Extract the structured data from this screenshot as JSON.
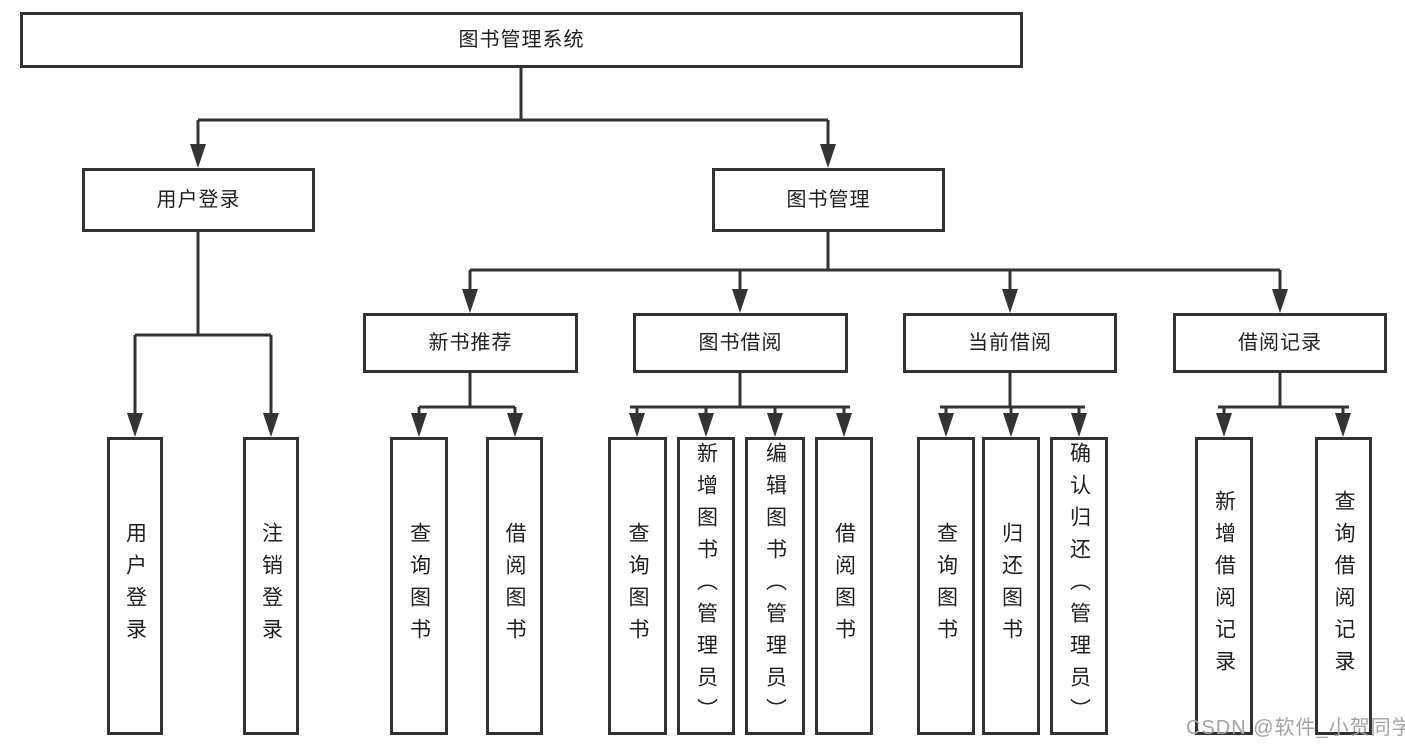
{
  "tree": {
    "label": "图书管理系统",
    "children": [
      {
        "label": "用户登录",
        "children": [
          {
            "label": "用户登录"
          },
          {
            "label": "注销登录"
          }
        ]
      },
      {
        "label": "图书管理",
        "children": [
          {
            "label": "新书推荐",
            "children": [
              {
                "label": "查询图书"
              },
              {
                "label": "借阅图书"
              }
            ]
          },
          {
            "label": "图书借阅",
            "children": [
              {
                "label": "查询图书"
              },
              {
                "label": "新增图书（管理员）"
              },
              {
                "label": "编辑图书（管理员）"
              },
              {
                "label": "借阅图书"
              }
            ]
          },
          {
            "label": "当前借阅",
            "children": [
              {
                "label": "查询图书"
              },
              {
                "label": "归还图书"
              },
              {
                "label": "确认归还（管理员）"
              }
            ]
          },
          {
            "label": "借阅记录",
            "children": [
              {
                "label": "新增借阅记录"
              },
              {
                "label": "查询借阅记录"
              }
            ]
          }
        ]
      }
    ]
  },
  "watermark": "CSDN @软件_小贺同学",
  "colors": {
    "line": "#333333",
    "box_border": "#323232",
    "text": "#1f1f1f",
    "watermark": "#a3a3a3",
    "background": "#ffffff"
  }
}
